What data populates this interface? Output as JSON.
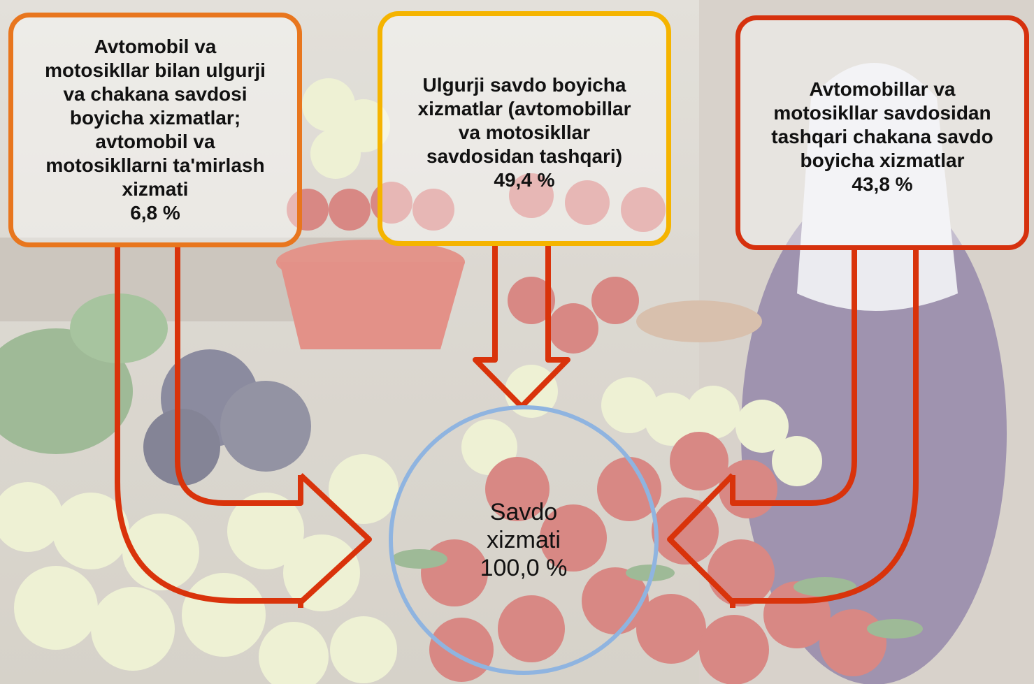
{
  "boxes": {
    "left": {
      "lines": [
        "Avtomobil va",
        "motosikllar bilan ulgurji",
        "va chakana savdosi",
        "boyicha xizmatlar;",
        "avtomobil va",
        "motosikllarni ta'mirlash",
        "xizmati"
      ],
      "percent": "6,8 %"
    },
    "middle": {
      "lines": [
        "Ulgurji savdo boyicha",
        "xizmatlar (avtomobillar",
        "va motosikllar",
        "savdosidan tashqari)"
      ],
      "percent": "49,4 %"
    },
    "right": {
      "lines": [
        "Avtomobillar va",
        "motosikllar savdosidan",
        "tashqari chakana savdo",
        "boyicha xizmatlar"
      ],
      "percent": "43,8 %"
    }
  },
  "center": {
    "line1": "Savdo",
    "line2": "xizmati",
    "percent": "100,0 %"
  },
  "colors": {
    "left_border": "#e8761e",
    "middle_border": "#f5b400",
    "right_border": "#d6310e",
    "arrow": "#d9330b",
    "circle": "#8fb4e0"
  }
}
